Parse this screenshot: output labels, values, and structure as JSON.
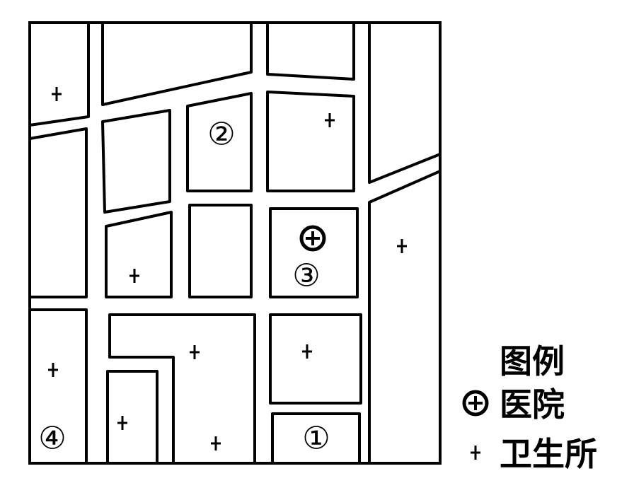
{
  "map": {
    "area_labels": [
      "①",
      "②",
      "③",
      "④"
    ],
    "legend": {
      "title": "图例",
      "items": [
        {
          "icon": "hospital-icon",
          "label": "医院"
        },
        {
          "icon": "clinic-icon",
          "label": "卫生所"
        }
      ]
    }
  }
}
